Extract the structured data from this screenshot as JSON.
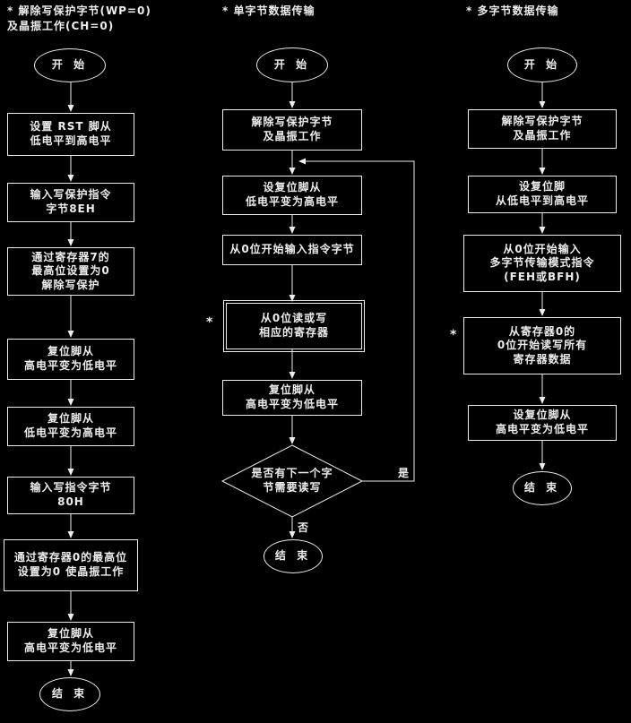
{
  "page": {
    "background": "#000000",
    "foreground": "#ededed"
  },
  "columns": [
    {
      "id": "unlock-write-protect",
      "title_lines": [
        "* 解除写保护字节(WP=0)",
        "及晶振工作(CH=0)"
      ],
      "start_label": "开 始",
      "end_label": "结 束",
      "steps": [
        {
          "lines": [
            "设置 RST 脚从",
            "低电平到高电平"
          ]
        },
        {
          "lines": [
            "输入写保护指令",
            "字节8EH"
          ]
        },
        {
          "lines": [
            "通过寄存器7的",
            "最高位设置为0",
            "解除写保护"
          ]
        },
        {
          "lines": [
            "复位脚从",
            "高电平变为低电平"
          ]
        },
        {
          "lines": [
            "复位脚从",
            "低电平变为高电平"
          ]
        },
        {
          "lines": [
            "输入写指令字节",
            "80H"
          ]
        },
        {
          "lines": [
            "通过寄存器0的最高位",
            "设置为0 使晶振工作"
          ]
        },
        {
          "lines": [
            "复位脚从",
            "高电平变为低电平"
          ]
        }
      ]
    },
    {
      "id": "single-byte-transfer",
      "title_lines": [
        "* 单字节数据传输"
      ],
      "start_label": "开 始",
      "end_label": "结 束",
      "step_marker": "*",
      "steps": [
        {
          "lines": [
            "解除写保护字节",
            "及晶振工作"
          ]
        },
        {
          "lines": [
            "设复位脚从",
            "低电平变为高电平"
          ]
        },
        {
          "lines": [
            "从0位开始输入指令字节"
          ]
        },
        {
          "lines": [
            "从0位读或写",
            "相应的寄存器"
          ]
        },
        {
          "lines": [
            "复位脚从",
            "高电平变为低电平"
          ]
        }
      ],
      "decision": {
        "lines": [
          "是否有下一个字",
          "节需要读写"
        ],
        "yes_label": "是",
        "no_label": "否"
      }
    },
    {
      "id": "multi-byte-transfer",
      "title_lines": [
        "* 多字节数据传输"
      ],
      "start_label": "开 始",
      "end_label": "结 束",
      "step_marker": "*",
      "steps": [
        {
          "lines": [
            "解除写保护字节",
            "及晶振工作"
          ]
        },
        {
          "lines": [
            "设复位脚",
            "从低电平到高电平"
          ]
        },
        {
          "lines": [
            "从0位开始输入",
            "多字节传输模式指令",
            "(FEH或BFH)"
          ]
        },
        {
          "lines": [
            "从寄存器0的",
            "0位开始读写所有",
            "寄存器数据"
          ]
        },
        {
          "lines": [
            "设复位脚从",
            "高电平变为低电平"
          ]
        }
      ]
    }
  ]
}
